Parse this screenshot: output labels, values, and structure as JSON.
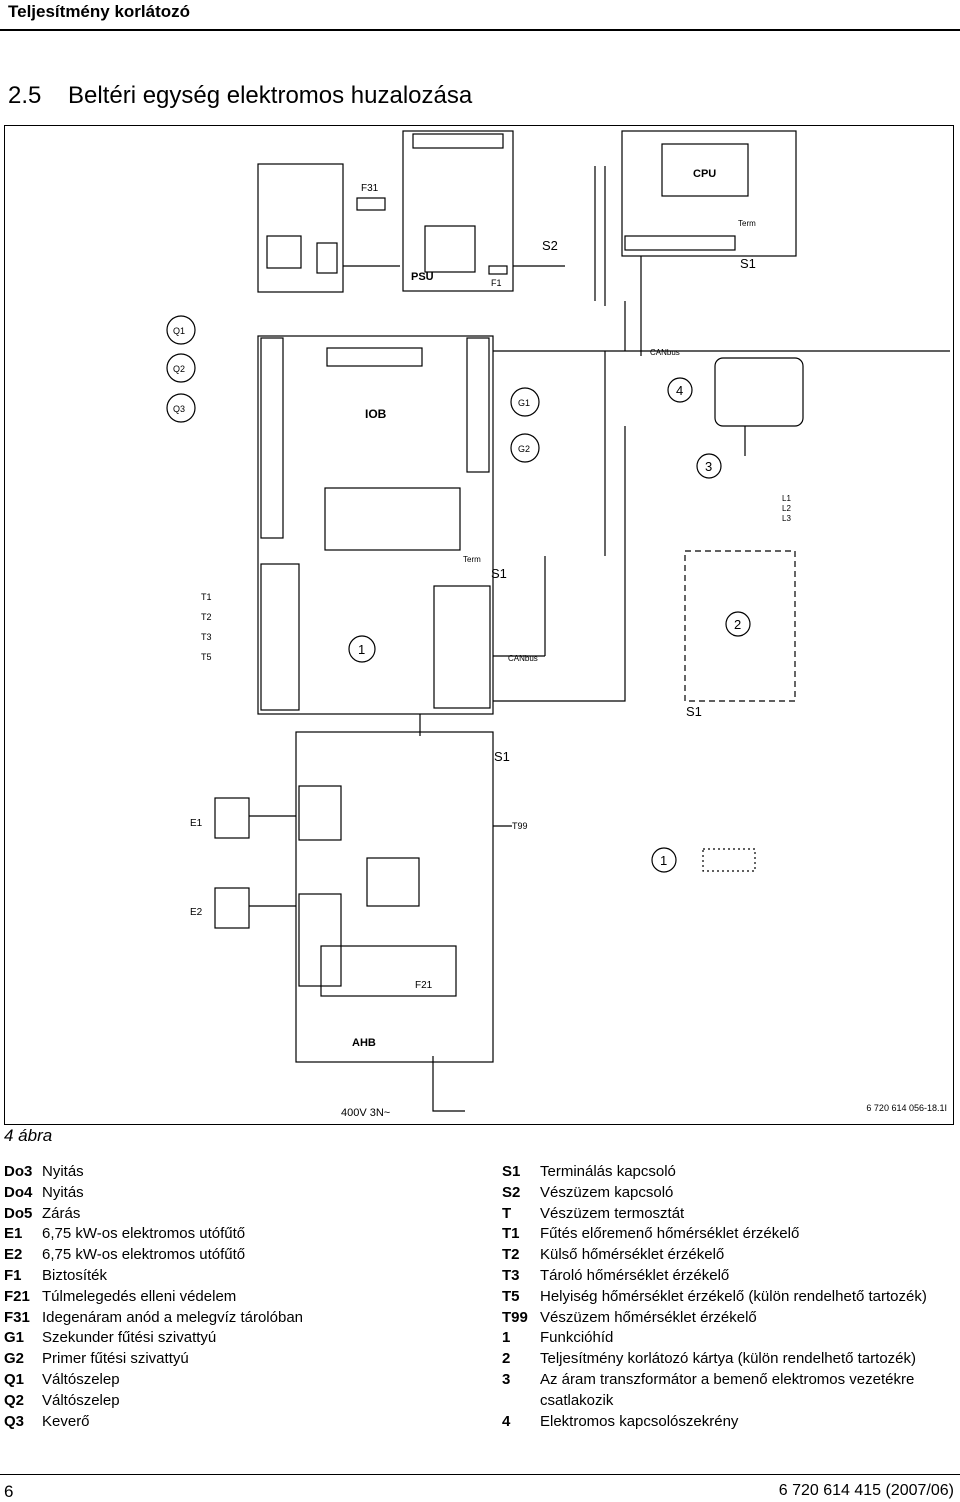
{
  "header": {
    "title": "Teljesítmény korlátozó"
  },
  "section": {
    "number": "2.5",
    "title": "Beltéri egység elektromos huzalozása"
  },
  "figure": {
    "caption": "4 ábra",
    "code": "6 720 614 056-18.1I",
    "labels": {
      "psu": "PSU",
      "cpu": "CPU",
      "iob": "IOB",
      "ahb": "AHB",
      "f31": "F31",
      "f1": "F1",
      "f21": "F21",
      "s1": "S1",
      "s2": "S2",
      "t99": "T99",
      "canbus": "CANbus",
      "term": "Term",
      "supply": "400V 3N~",
      "e1": "E1",
      "e2": "E2",
      "g1": "G1",
      "g2": "G2",
      "q1": "Q1",
      "q2": "Q2",
      "q3": "Q3",
      "t1": "T1",
      "t2": "T2",
      "t3": "T3",
      "t5": "T5",
      "n1": "1",
      "n2": "2",
      "n3": "3",
      "n4": "4",
      "l1": "L1",
      "l2": "L2",
      "l3": "L3"
    }
  },
  "legend_left": [
    {
      "key": "Do3",
      "text": "Nyitás"
    },
    {
      "key": "Do4",
      "text": "Nyitás"
    },
    {
      "key": "Do5",
      "text": "Zárás"
    },
    {
      "key": "E1",
      "text": "6,75 kW-os elektromos utófűtő"
    },
    {
      "key": "E2",
      "text": "6,75 kW-os elektromos utófűtő"
    },
    {
      "key": "F1",
      "text": "Biztosíték"
    },
    {
      "key": "F21",
      "text": "Túlmelegedés elleni védelem"
    },
    {
      "key": "F31",
      "text": "Idegenáram anód a melegvíz tárolóban"
    },
    {
      "key": "G1",
      "text": "Szekunder fűtési szivattyú"
    },
    {
      "key": "G2",
      "text": "Primer fűtési szivattyú"
    },
    {
      "key": "Q1",
      "text": "Váltószelep"
    },
    {
      "key": "Q2",
      "text": "Váltószelep"
    },
    {
      "key": "Q3",
      "text": "Keverő"
    }
  ],
  "legend_right": [
    {
      "key": "S1",
      "text": "Terminálás kapcsoló"
    },
    {
      "key": "S2",
      "text": "Vészüzem kapcsoló"
    },
    {
      "key": "T",
      "text": "Vészüzem termosztát"
    },
    {
      "key": "T1",
      "text": "Fűtés előremenő hőmérséklet érzékelő"
    },
    {
      "key": "T2",
      "text": "Külső hőmérséklet érzékelő"
    },
    {
      "key": "T3",
      "text": "Tároló hőmérséklet érzékelő"
    },
    {
      "key": "T5",
      "text": "Helyiség hőmérséklet érzékelő (külön rendelhető tartozék)"
    },
    {
      "key": "T99",
      "text": "Vészüzem hőmérséklet érzékelő"
    },
    {
      "key": "1",
      "text": "Funkcióhíd"
    },
    {
      "key": "2",
      "text": "Teljesítmény korlátozó kártya (külön rendelhető tartozék)"
    },
    {
      "key": "3",
      "text": "Az áram transzformátor a bemenő elektromos vezetékre csatlakozik"
    },
    {
      "key": "4",
      "text": "Elektromos kapcsolószekrény"
    }
  ],
  "footer": {
    "page": "6",
    "doc": "6 720 614 415 (2007/06)"
  }
}
